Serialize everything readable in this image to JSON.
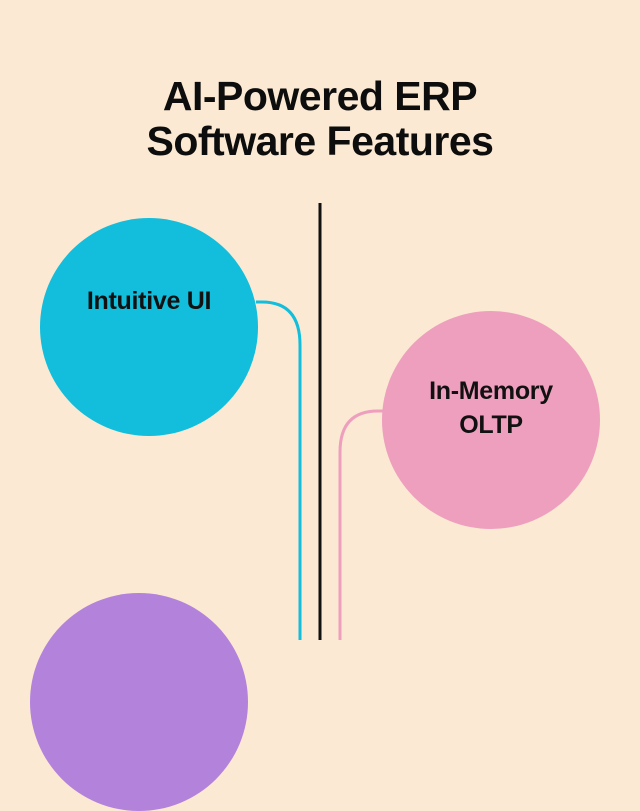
{
  "title": {
    "line1": "AI-Powered ERP",
    "line2": "Software Features"
  },
  "colors": {
    "background": "#fbe9d3",
    "timeline": "#111111",
    "cyan": "#12bedb",
    "pink": "#ee9fbe",
    "purple": "#b383db"
  },
  "nodes": [
    {
      "label_lines": [
        "Intuitive UI"
      ],
      "color": "#12bedb",
      "side": "left"
    },
    {
      "label_lines": [
        "In-Memory",
        "OLTP"
      ],
      "color": "#ee9fbe",
      "side": "right"
    },
    {
      "label_lines": [],
      "color": "#b383db",
      "side": "left",
      "note": "partially visible, cut off at bottom"
    }
  ]
}
